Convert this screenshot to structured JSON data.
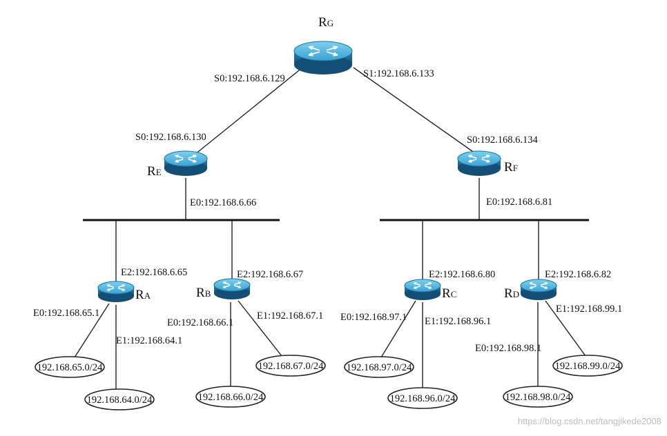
{
  "routers": {
    "rg": {
      "name": "R",
      "sub": "G"
    },
    "re": {
      "name": "R",
      "sub": "E"
    },
    "rf": {
      "name": "R",
      "sub": "F"
    },
    "ra": {
      "name": "R",
      "sub": "A"
    },
    "rb": {
      "name": "R",
      "sub": "B"
    },
    "rc": {
      "name": "R",
      "sub": "C"
    },
    "rd": {
      "name": "R",
      "sub": "D"
    }
  },
  "interfaces": {
    "rg_s0": "S0:192.168.6.129",
    "rg_s1": "S1:192.168.6.133",
    "re_s0": "S0:192.168.6.130",
    "rf_s0": "S0:192.168.6.134",
    "re_e0": "E0:192.168.6.66",
    "rf_e0": "E0:192.168.6.81",
    "ra_e2": "E2:192.168.6.65",
    "rb_e2": "E2:192.168.6.67",
    "rc_e2": "E2:192.168.6.80",
    "rd_e2": "E2:192.168.6.82",
    "ra_e0": "E0:192.168.65.1",
    "ra_e1": "E1:192.168.64.1",
    "rb_e0": "E0:192.168.66.1",
    "rb_e1": "E1:192.168.67.1",
    "rc_e0": "E0:192.168.97.1",
    "rc_e1": "E1:192.168.96.1",
    "rd_e0": "E0:192.168.98.1",
    "rd_e1": "E1:192.168.99.1"
  },
  "networks": {
    "n65": "192.168.65.0/24",
    "n64": "192.168.64.0/24",
    "n66": "192.168.66.0/24",
    "n67": "192.168.67.0/24",
    "n97": "192.168.97.0/24",
    "n96": "192.168.96.0/24",
    "n98": "192.168.98.0/24",
    "n99": "192.168.99.0/24"
  },
  "watermark": "https://blog.csdn.net/tangjikede2008",
  "colors": {
    "router_top": "#4fb3de",
    "router_side": "#1d6f9c",
    "line": "#222222",
    "bus": "#111111"
  },
  "icon": "router-icon"
}
